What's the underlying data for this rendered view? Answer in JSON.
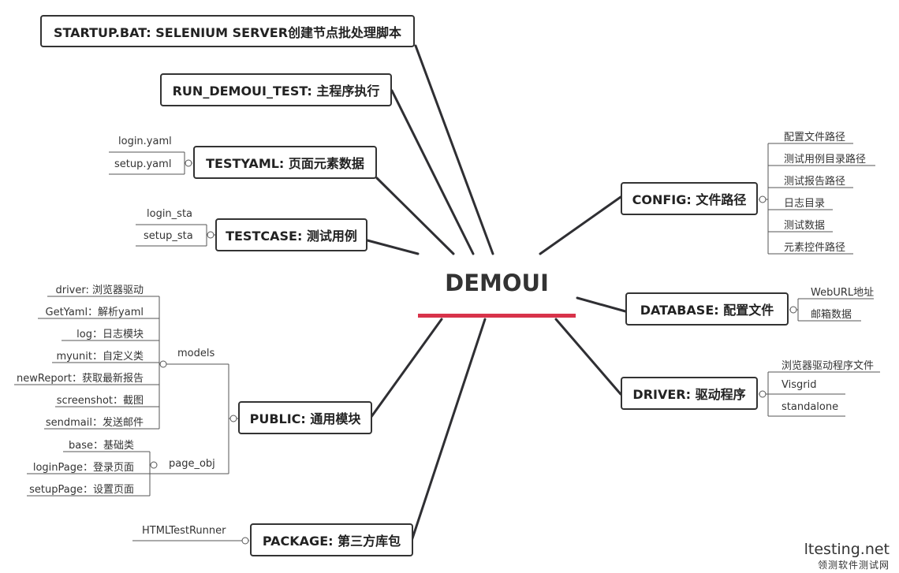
{
  "center": {
    "title": "DEMOUI"
  },
  "branches": {
    "startup": "STARTUP.BAT: SELENIUM SERVER创建节点批处理脚本",
    "run": "RUN_DEMOUI_TEST: 主程序执行",
    "testyaml": "TESTYAML: 页面元素数据",
    "testcase": "TESTCASE: 测试用例",
    "public": "PUBLIC: 通用模块",
    "package": "PACKAGE: 第三方库包",
    "config": "CONFIG: 文件路径",
    "database": "DATABASE: 配置文件",
    "driver": "DRIVER: 驱动程序"
  },
  "testyaml_items": [
    "login.yaml",
    "setup.yaml"
  ],
  "testcase_items": [
    "login_sta",
    "setup_sta"
  ],
  "public": {
    "models_label": "models",
    "models_items": [
      "driver: 浏览器驱动",
      "GetYaml：解析yaml",
      "log：日志模块",
      "myunit：自定义类",
      "newReport：获取最新报告",
      "screenshot：截图",
      "sendmail：发送邮件"
    ],
    "page_obj_label": "page_obj",
    "page_obj_items": [
      "base：基础类",
      "loginPage：登录页面",
      "setupPage：设置页面"
    ]
  },
  "package_items": [
    "HTMLTestRunner"
  ],
  "config_items": [
    "配置文件路径",
    "测试用例目录路径",
    "测试报告路径",
    "日志目录",
    "测试数据",
    "元素控件路径"
  ],
  "database_items": [
    "WebURL地址",
    "邮箱数据"
  ],
  "driver_items": [
    "浏览器驱动程序文件",
    "Visgrid",
    "standalone"
  ],
  "watermark": {
    "site": "ltesting.net",
    "name": "领测软件测试网"
  },
  "colors": {
    "accent": "#d8334a",
    "line": "#333333"
  }
}
